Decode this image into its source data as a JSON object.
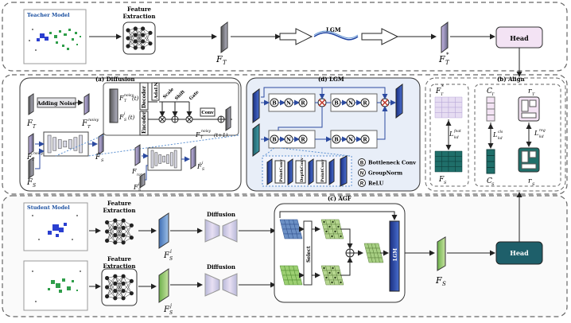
{
  "teacher": {
    "model_label": "Teacher Model",
    "feature_extraction": [
      "Feature",
      "Extraction"
    ],
    "ft": "F",
    "ft_sub": "T",
    "lgm_label": "LGM",
    "ft_star": "F",
    "ft_star_sub": "T",
    "ft_star_sup": "*",
    "head_label": "Head"
  },
  "diffusion_panel": {
    "title": "(a) Diffusion",
    "adding_noise": "Adding Noise",
    "ft": "F",
    "ft_sub": "T",
    "ft_noisy": "F",
    "ft_noisy_sub": "T",
    "ft_noisy_sup": "noisy",
    "ft_noisy2": "F",
    "ft_noisy2_sub": "T",
    "ft_noisy2_sup": "noisy",
    "fs": "F",
    "fs_sub": "S",
    "fs_hat": "F̂",
    "fs_hat_sub": "S",
    "encoder": "Encoder",
    "decoder": "Decoder",
    "adaln": "AdaLN",
    "scale": "Scale",
    "shift": "Shift",
    "gate": "Gate",
    "conv": "Conv",
    "ft_noisy_t": "F",
    "ft_noisy_t_sub": "T",
    "ft_noisy_t_sup": "noisy",
    "ft_noisy_t_arg": "(t)",
    "fs_i_t": "F",
    "fs_i_t_sub": "S",
    "fs_i_t_sup": "i",
    "fs_i_t_arg": "(t)",
    "ft_noisy_t1": "F",
    "ft_noisy_t1_sub": "T",
    "ft_noisy_t1_sup": "noisy",
    "ft_noisy_t1_arg": "(t+1)",
    "frand": "F",
    "frand_sub": "rand",
    "fs_i": "F",
    "fs_i_sub": "S",
    "fs_i_sup": "i",
    "fs_hat_i": "F̂",
    "fs_hat_i_sub": "S",
    "fs_hat_i_sup": "i"
  },
  "lgm_panel": {
    "title": "(d) LGM",
    "block_letters": [
      "B",
      "N",
      "R"
    ],
    "sub_blocks": [
      "PointConv",
      "DepthConv",
      "PointConv"
    ],
    "legend": [
      {
        "letter": "B",
        "label": "Bottleneck Conv"
      },
      {
        "letter": "N",
        "label": "GroupNorm"
      },
      {
        "letter": "R",
        "label": "ReLU"
      }
    ]
  },
  "align_panel": {
    "title": "(b) Align",
    "ft_star": "F",
    "ft_star_sub": "T",
    "ft_star_sup": "*",
    "l_feat": "L",
    "l_feat_sub": "kd",
    "l_feat_sup": "feat",
    "fs": "F",
    "fs_sub": "S",
    "ct": "C",
    "ct_sub": "T",
    "l_cls": "L",
    "l_cls_sub": "kd",
    "l_cls_sup": "cls",
    "cs": "C",
    "cs_sub": "S",
    "rt": "r",
    "rt_sub": "T",
    "l_reg": "L",
    "l_reg_sub": "kd",
    "l_reg_sup": "reg",
    "rs": "r",
    "rs_sub": "S"
  },
  "student": {
    "model_label": "Student Model",
    "feature_extraction_1": [
      "Feature",
      "Extraction"
    ],
    "feature_extraction_2": [
      "Feature",
      "Extraction"
    ],
    "fs_i": "F",
    "fs_i_sub": "S",
    "fs_i_sup": "i",
    "fs_j": "F",
    "fs_j_sub": "S",
    "fs_j_sup": "j",
    "diffusion_1": "Diffusion",
    "diffusion_2": "Diffusion",
    "agf_title": "(c) AGF",
    "select_label": "Select",
    "lgm_label": "LGM",
    "fs_out": "F",
    "fs_out_sub": "S",
    "head_label": "Head"
  },
  "colors": {
    "panel_stroke": "#555555",
    "dashed": "#666666",
    "teal": "#1f6f6a",
    "navy": "#1f3a8a",
    "green_feature": "#2e9c5c",
    "blue_feature": "#4a78b8",
    "head_teacher": "#f3e3f4",
    "head_student": "#1e5f6a",
    "lgm_fill": "#e8eef8"
  }
}
